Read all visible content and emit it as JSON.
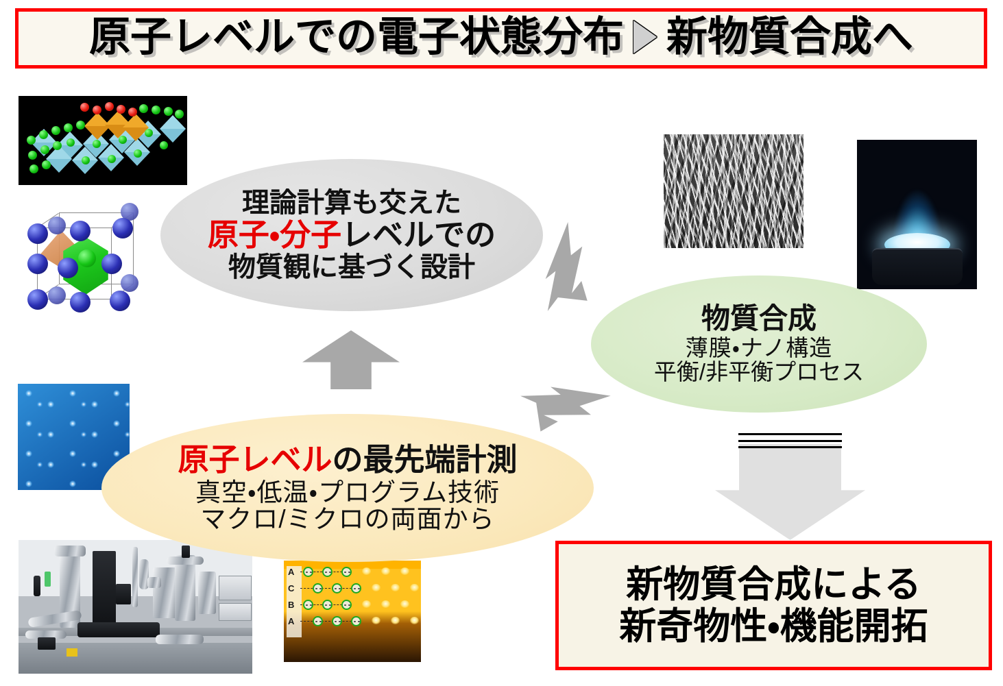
{
  "title": {
    "left_text": "原子レベルでの電子状態分布",
    "arrow_glyph": "triangle-right",
    "right_text": "新物質合成へ",
    "border_color": "#ff0000",
    "background_color": "#faf7ee"
  },
  "design_node": {
    "line1": "理論計算も交えた",
    "line2_highlight": "原子・分子",
    "line2_rest": "レベルでの",
    "line3": "物質観に基づく設計",
    "highlight_color": "#e60000",
    "fill_color": "#dcdcdc"
  },
  "synthesis_node": {
    "heading": "物質合成",
    "line2": "薄膜・ナノ構造",
    "line3": "平衡/非平衡プロセス",
    "fill_color": "#d8ebc8"
  },
  "measurement_node": {
    "heading_highlight": "原子レベル",
    "heading_rest": "の最先端計測",
    "line2": "真空・低温・プログラム技術",
    "line3": "マクロ/ミクロの両面から",
    "highlight_color": "#e60000",
    "fill_color": "#fbe9bd"
  },
  "outcome_box": {
    "line1": "新物質合成による",
    "line2": "新奇物性・機能開拓",
    "border_color": "#ff0000",
    "background_color": "#f7f3e6"
  },
  "arrows": [
    {
      "name": "design-to-synthesis",
      "style": "striped-chevron",
      "direction": "down-right",
      "color": "#a8a8a8"
    },
    {
      "name": "synthesis-to-measurement",
      "style": "striped-chevron",
      "direction": "down-left",
      "color": "#a8a8a8"
    },
    {
      "name": "measurement-to-design",
      "style": "block-arrow",
      "direction": "up",
      "color": "#a8a8a8"
    },
    {
      "name": "synthesis-to-outcome",
      "style": "striped-block-arrow",
      "direction": "down",
      "color": "#e0e0e0"
    }
  ],
  "images": [
    {
      "name": "crystal-layers",
      "caption": "layered perovskite octahedra crystal model"
    },
    {
      "name": "unitcell",
      "caption": "cubic unit cell with coordination polyhedra"
    },
    {
      "name": "sem-nanowires",
      "caption": "SEM micrograph of nanowire forest"
    },
    {
      "name": "plasma-glow",
      "caption": "plasma plume above sputtering target"
    },
    {
      "name": "stm-lattice",
      "caption": "STM atomic resolution image"
    },
    {
      "name": "lab-equipment",
      "caption": "ultra-high vacuum measurement apparatus"
    },
    {
      "name": "stem-haadf",
      "caption": "HAADF-STEM atomic column image with stacking labels"
    }
  ],
  "stem_stacking_labels": [
    "A",
    "C",
    "B",
    "A"
  ]
}
